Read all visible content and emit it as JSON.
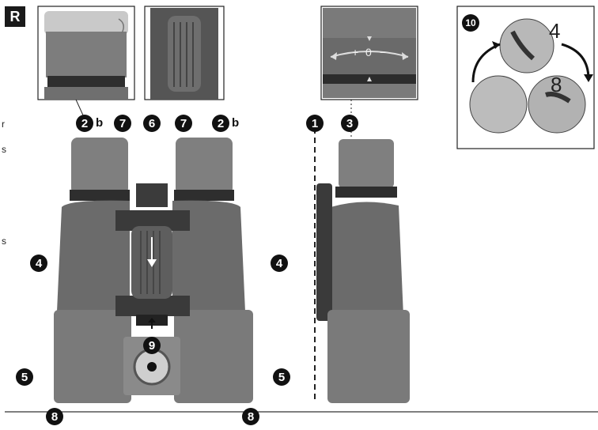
{
  "badge": "R",
  "callouts": {
    "c_2b_left": "2",
    "c_2b_left_suffix": "b",
    "c_7_left": "7",
    "c_6": "6",
    "c_7_right": "7",
    "c_2b_right": "2",
    "c_2b_right_suffix": "b",
    "c_1": "1",
    "c_3": "3",
    "c_4_left": "4",
    "c_4_right": "4",
    "c_5_left": "5",
    "c_5_right": "5",
    "c_9": "9",
    "c_8_left": "8",
    "c_8_right": "8",
    "c_10": "10"
  },
  "diopter_scale": {
    "plus": "+",
    "zero": "0",
    "minus": "−"
  },
  "focus_inset": {
    "digit_top": "4",
    "digit_right": "8"
  },
  "stray_marks": [
    "r",
    "s",
    "s"
  ],
  "colors": {
    "body": "#6b6b6b",
    "dark": "#3a3a3a",
    "objective": "#7a7a7a",
    "accent": "#111111"
  }
}
